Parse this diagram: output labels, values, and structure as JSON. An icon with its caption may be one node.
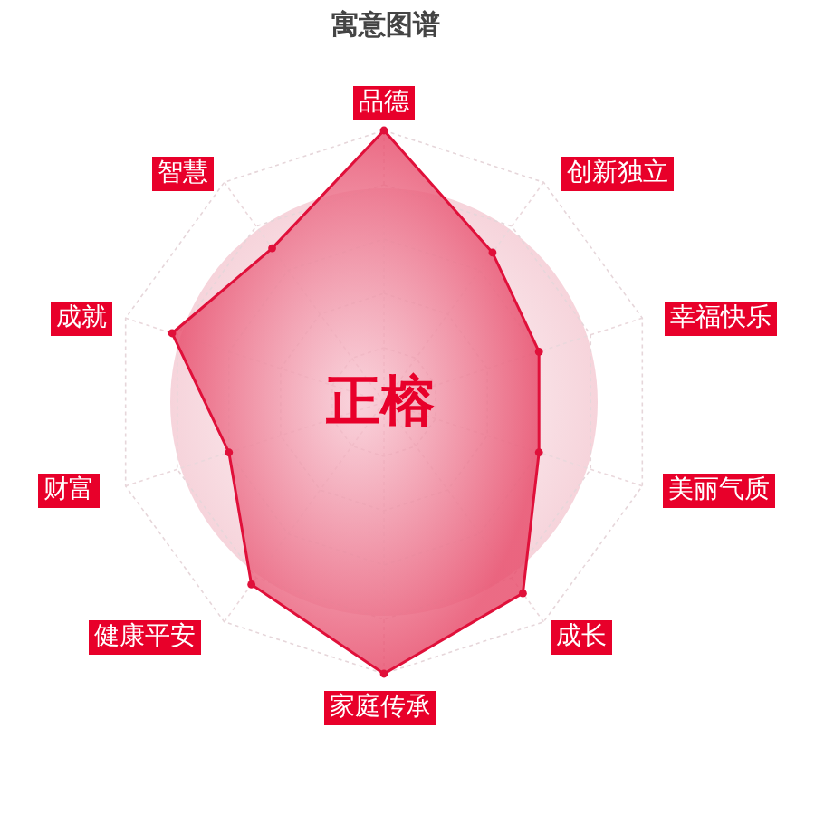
{
  "diagram": {
    "title": "寓意图谱",
    "labels": [
      "品德",
      "创新独立",
      "幸福快乐",
      "美丽气质",
      "成长",
      "家庭传承",
      "健康平安",
      "财富",
      "成就",
      "智慧",
      "正榕"
    ]
  }
}
